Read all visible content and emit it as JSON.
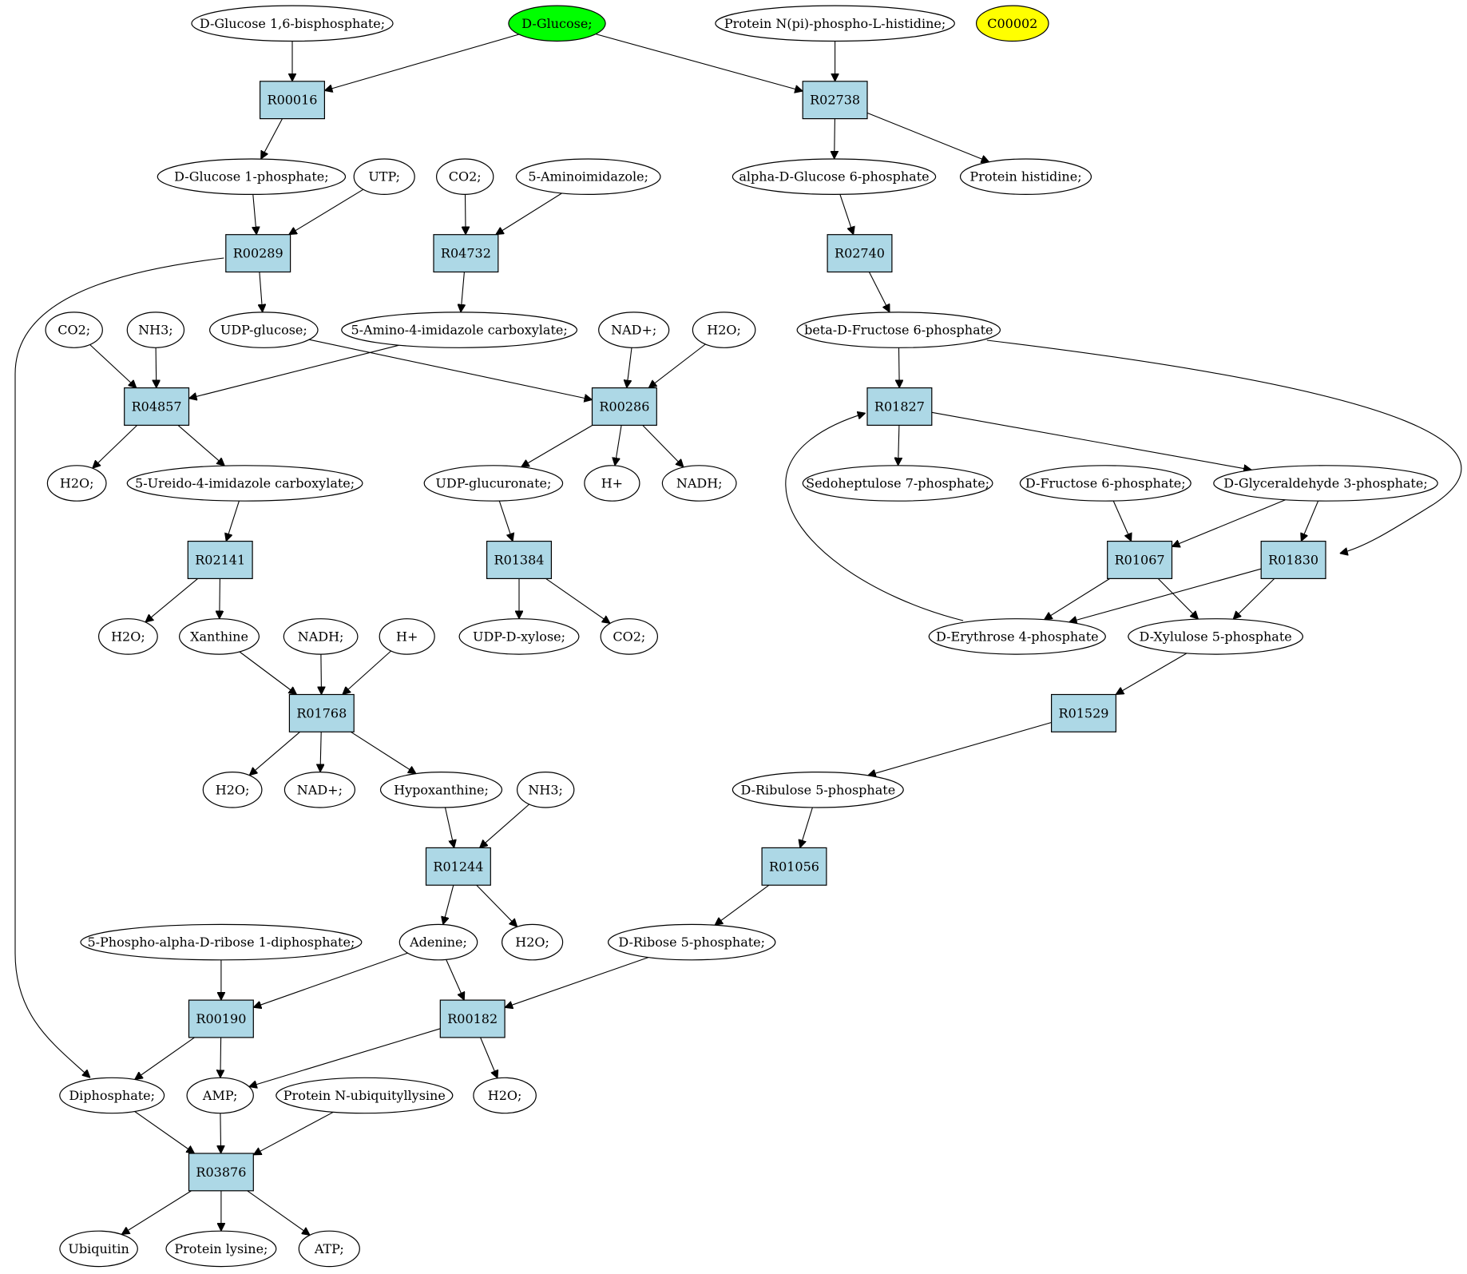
{
  "colors": {
    "compound_fill": "#ffffff",
    "reaction_fill": "#add8e6",
    "highlight_green": "#00ff00",
    "highlight_yellow": "#ffff00",
    "stroke": "#000000"
  },
  "compounds": {
    "c_g16bp": "D-Glucose 1,6-bisphosphate;",
    "c_glucose": "D-Glucose;",
    "c_protnpi": "Protein N(pi)-phospho-L-histidine;",
    "c_c00002": "C00002",
    "c_g1p": "D-Glucose 1-phosphate;",
    "c_utp": "UTP;",
    "c_co2_a": "CO2;",
    "c_5aminoimid": "5-Aminoimidazole;",
    "c_ag6p": "alpha-D-Glucose 6-phosphate",
    "c_prothis": "Protein histidine;",
    "c_co2_b": "CO2;",
    "c_nh3_a": "NH3;",
    "c_udpglc": "UDP-glucose;",
    "c_5a4icarb": "5-Amino-4-imidazole carboxylate;",
    "c_nadp_a": "NAD+;",
    "c_h2o_a": "H2O;",
    "c_bf6p": "beta-D-Fructose 6-phosphate",
    "c_h2o_b": "H2O;",
    "c_5u4icarb": "5-Ureido-4-imidazole carboxylate;",
    "c_udpglcur": "UDP-glucuronate;",
    "c_hplus_a": "H+",
    "c_nadh_a": "NADH;",
    "c_s7p": "Sedoheptulose 7-phosphate;",
    "c_f6p": "D-Fructose 6-phosphate;",
    "c_g3p": "D-Glyceraldehyde 3-phosphate;",
    "c_h2o_c": "H2O;",
    "c_xanthine": "Xanthine",
    "c_nadh_b": "NADH;",
    "c_hplus_b": "H+",
    "c_udpxyl": "UDP-D-xylose;",
    "c_co2_c": "CO2;",
    "c_e4p": "D-Erythrose 4-phosphate",
    "c_x5p": "D-Xylulose 5-phosphate",
    "c_h2o_d": "H2O;",
    "c_nadp_b": "NAD+;",
    "c_hypox": "Hypoxanthine;",
    "c_nh3_b": "NH3;",
    "c_ru5p": "D-Ribulose 5-phosphate",
    "c_prpp": "5-Phospho-alpha-D-ribose 1-diphosphate;",
    "c_adenine": "Adenine;",
    "c_h2o_e": "H2O;",
    "c_r5p": "D-Ribose 5-phosphate;",
    "c_diphos": "Diphosphate;",
    "c_amp": "AMP;",
    "c_protubq": "Protein N-ubiquityllysine",
    "c_h2o_f": "H2O;",
    "c_ubiquitin": "Ubiquitin",
    "c_protlys": "Protein lysine;",
    "c_atp": "ATP;"
  },
  "reactions": {
    "r_R00016": "R00016",
    "r_R02738": "R02738",
    "r_R00289": "R00289",
    "r_R04732": "R04732",
    "r_R02740": "R02740",
    "r_R04857": "R04857",
    "r_R00286": "R00286",
    "r_R01827": "R01827",
    "r_R02141": "R02141",
    "r_R01384": "R01384",
    "r_R01067": "R01067",
    "r_R01830": "R01830",
    "r_R01768": "R01768",
    "r_R01529": "R01529",
    "r_R01244": "R01244",
    "r_R01056": "R01056",
    "r_R00190": "R00190",
    "r_R00182": "R00182",
    "r_R03876": "R03876"
  },
  "highlights": {
    "c_glucose": "highlight_green",
    "c_c00002": "highlight_yellow"
  },
  "edges": [
    [
      "c_g16bp",
      "r_R00016"
    ],
    [
      "c_glucose",
      "r_R00016"
    ],
    [
      "r_R00016",
      "c_g1p"
    ],
    [
      "c_glucose",
      "r_R02738"
    ],
    [
      "c_protnpi",
      "r_R02738"
    ],
    [
      "r_R02738",
      "c_ag6p"
    ],
    [
      "r_R02738",
      "c_prothis"
    ],
    [
      "c_g1p",
      "r_R00289"
    ],
    [
      "c_utp",
      "r_R00289"
    ],
    [
      "r_R00289",
      "c_udpglc"
    ],
    [
      "r_R00289",
      "c_diphos"
    ],
    [
      "c_co2_a",
      "r_R04732"
    ],
    [
      "c_5aminoimid",
      "r_R04732"
    ],
    [
      "r_R04732",
      "c_5a4icarb"
    ],
    [
      "c_ag6p",
      "r_R02740"
    ],
    [
      "r_R02740",
      "c_bf6p"
    ],
    [
      "c_co2_b",
      "r_R04857"
    ],
    [
      "c_nh3_a",
      "r_R04857"
    ],
    [
      "c_5a4icarb",
      "r_R04857"
    ],
    [
      "r_R04857",
      "c_h2o_b"
    ],
    [
      "r_R04857",
      "c_5u4icarb"
    ],
    [
      "c_udpglc",
      "r_R00286"
    ],
    [
      "c_nadp_a",
      "r_R00286"
    ],
    [
      "c_h2o_a",
      "r_R00286"
    ],
    [
      "r_R00286",
      "c_udpglcur"
    ],
    [
      "r_R00286",
      "c_hplus_a"
    ],
    [
      "r_R00286",
      "c_nadh_a"
    ],
    [
      "c_bf6p",
      "r_R01827"
    ],
    [
      "c_e4p",
      "r_R01827"
    ],
    [
      "r_R01827",
      "c_s7p"
    ],
    [
      "r_R01827",
      "c_g3p"
    ],
    [
      "c_5u4icarb",
      "r_R02141"
    ],
    [
      "r_R02141",
      "c_h2o_c"
    ],
    [
      "r_R02141",
      "c_xanthine"
    ],
    [
      "c_udpglcur",
      "r_R01384"
    ],
    [
      "r_R01384",
      "c_udpxyl"
    ],
    [
      "r_R01384",
      "c_co2_c"
    ],
    [
      "c_f6p",
      "r_R01067"
    ],
    [
      "c_g3p",
      "r_R01067"
    ],
    [
      "r_R01067",
      "c_e4p"
    ],
    [
      "r_R01067",
      "c_x5p"
    ],
    [
      "c_g3p",
      "r_R01830"
    ],
    [
      "c_bf6p",
      "r_R01830"
    ],
    [
      "r_R01830",
      "c_e4p"
    ],
    [
      "r_R01830",
      "c_x5p"
    ],
    [
      "c_xanthine",
      "r_R01768"
    ],
    [
      "c_nadh_b",
      "r_R01768"
    ],
    [
      "c_hplus_b",
      "r_R01768"
    ],
    [
      "r_R01768",
      "c_h2o_d"
    ],
    [
      "r_R01768",
      "c_nadp_b"
    ],
    [
      "r_R01768",
      "c_hypox"
    ],
    [
      "c_x5p",
      "r_R01529"
    ],
    [
      "r_R01529",
      "c_ru5p"
    ],
    [
      "c_hypox",
      "r_R01244"
    ],
    [
      "c_nh3_b",
      "r_R01244"
    ],
    [
      "r_R01244",
      "c_adenine"
    ],
    [
      "r_R01244",
      "c_h2o_e"
    ],
    [
      "c_ru5p",
      "r_R01056"
    ],
    [
      "r_R01056",
      "c_r5p"
    ],
    [
      "c_prpp",
      "r_R00190"
    ],
    [
      "c_adenine",
      "r_R00190"
    ],
    [
      "r_R00190",
      "c_diphos"
    ],
    [
      "r_R00190",
      "c_amp"
    ],
    [
      "c_adenine",
      "r_R00182"
    ],
    [
      "c_r5p",
      "r_R00182"
    ],
    [
      "r_R00182",
      "c_amp"
    ],
    [
      "r_R00182",
      "c_h2o_f"
    ],
    [
      "c_diphos",
      "r_R03876"
    ],
    [
      "c_amp",
      "r_R03876"
    ],
    [
      "c_protubq",
      "r_R03876"
    ],
    [
      "r_R03876",
      "c_ubiquitin"
    ],
    [
      "r_R03876",
      "c_protlys"
    ],
    [
      "r_R03876",
      "c_atp"
    ]
  ]
}
